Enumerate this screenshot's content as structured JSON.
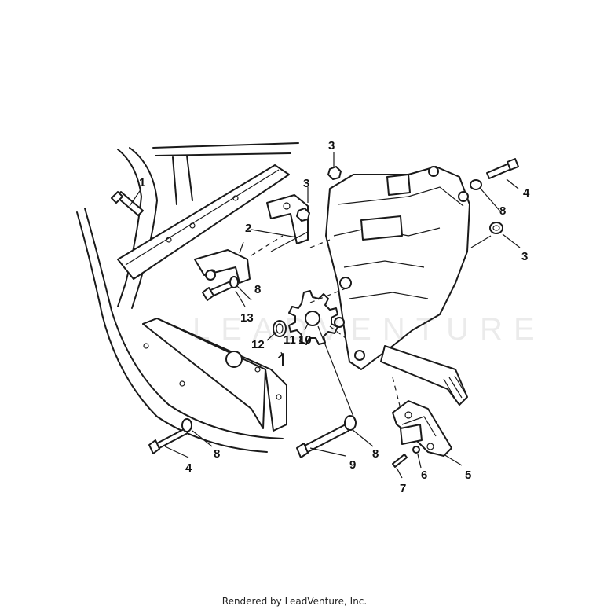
{
  "diagram": {
    "callouts": [
      {
        "id": "c1",
        "label": "1"
      },
      {
        "id": "c2",
        "label": "2"
      },
      {
        "id": "c3a",
        "label": "3"
      },
      {
        "id": "c3b",
        "label": "3"
      },
      {
        "id": "c3c",
        "label": "3"
      },
      {
        "id": "c4a",
        "label": "4"
      },
      {
        "id": "c4b",
        "label": "4"
      },
      {
        "id": "c5",
        "label": "5"
      },
      {
        "id": "c6",
        "label": "6"
      },
      {
        "id": "c7",
        "label": "7"
      },
      {
        "id": "c8a",
        "label": "8"
      },
      {
        "id": "c8b",
        "label": "8"
      },
      {
        "id": "c8c",
        "label": "8"
      },
      {
        "id": "c8d",
        "label": "8"
      },
      {
        "id": "c9",
        "label": "9"
      },
      {
        "id": "c10",
        "label": "10"
      },
      {
        "id": "c11",
        "label": "11"
      },
      {
        "id": "c12",
        "label": "12"
      },
      {
        "id": "c13",
        "label": "13"
      }
    ],
    "watermark": "LEADVENTURE"
  },
  "footer": {
    "text": "Rendered by LeadVenture, Inc."
  }
}
